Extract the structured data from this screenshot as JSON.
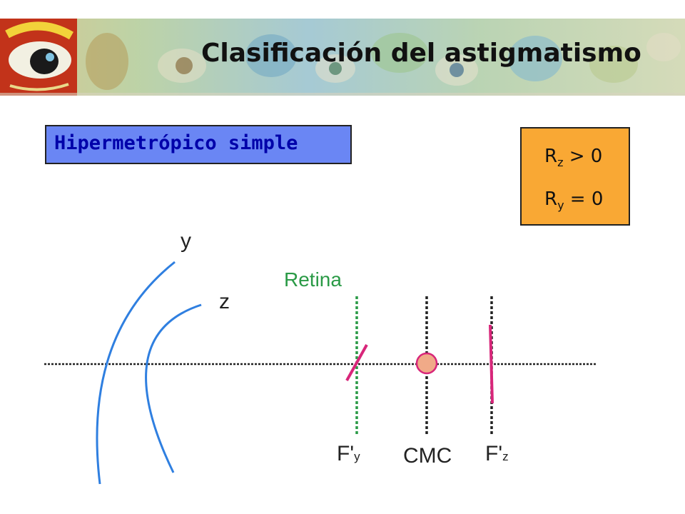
{
  "header": {
    "title": "Clasificación del astigmatismo"
  },
  "mode_label": "Hipermetrópico  simple",
  "conditions": {
    "line1": {
      "base": "R",
      "sub": "z",
      "rest": " > 0"
    },
    "line2": {
      "base": "R",
      "sub": "y",
      "rest": " = 0"
    }
  },
  "diagram": {
    "label_y": "y",
    "label_z": "z",
    "label_retina": "Retina",
    "label_fy": {
      "base": "F'",
      "sub": "y"
    },
    "label_cmc": "CMC",
    "label_fz": {
      "base": "F'",
      "sub": "z"
    }
  },
  "colors": {
    "arc": "#2f7fe0",
    "retina": "#2a9a46",
    "focal_line": "#d8267a",
    "circle_fill": "#f0aa88",
    "mode_box_bg": "#6a86f4",
    "cond_box_bg": "#f9a834"
  }
}
